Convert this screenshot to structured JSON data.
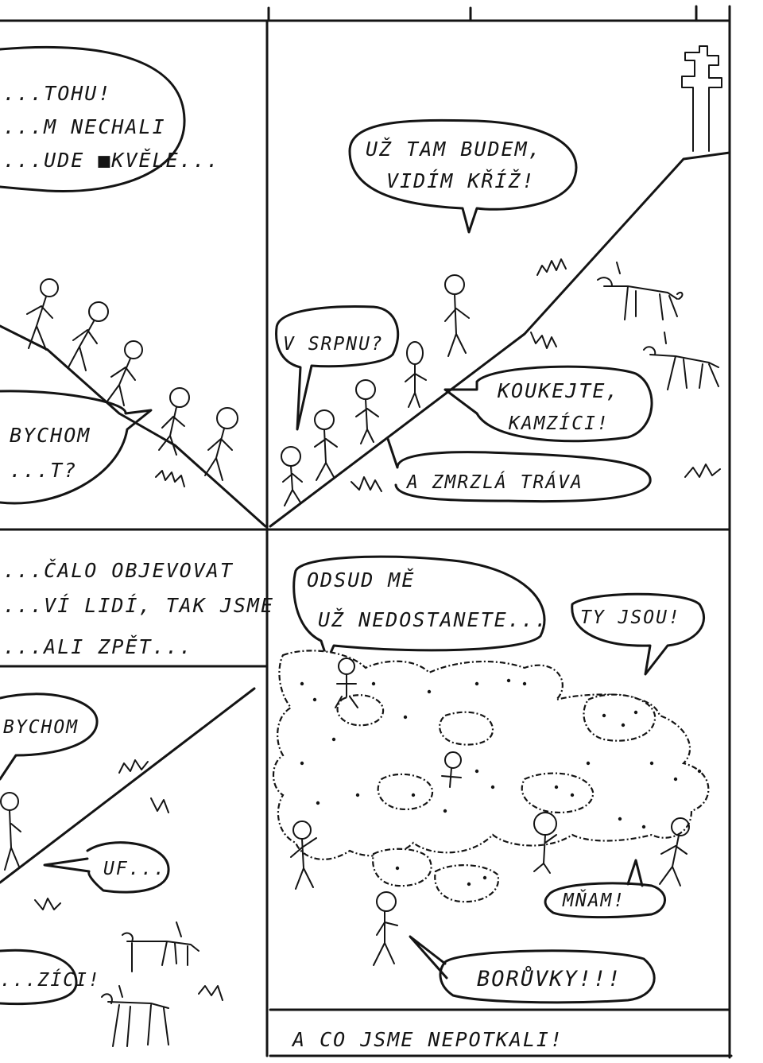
{
  "panels": {
    "top_left": {
      "bubble_lines": [
        "...TOHU!",
        "...M NECHALI",
        "...UDE ■KVĚLE..."
      ],
      "bubble2_lines": [
        "BYCHOM",
        "...T?"
      ]
    },
    "top_right": {
      "bubble_top": [
        "UŽ TAM BUDEM,",
        "VIDÍM KŘÍŽ!"
      ],
      "bubble_left": "V SRPNU?",
      "bubble_mid": [
        "KOUKEJTE,",
        "KAMZÍCI!"
      ],
      "bubble_low": "A ZMRZLÁ TRÁVA"
    },
    "mid_left": {
      "caption_lines": [
        "...ČALO OBJEVOVAT",
        "...VÍ LIDÍ, TAK JSME",
        "...ALI ZPĚT..."
      ],
      "bubble_top": "BYCHOM",
      "bubble_uf": "UF...",
      "bubble_bottom": "...ZÍCI!"
    },
    "bottom_right": {
      "bubble_top": [
        "ODSUD MĚ",
        "UŽ NEDOSTANETE..."
      ],
      "bubble_ty": "TY JSOU!",
      "bubble_mnam": "MŇAM!",
      "bubble_boruvky": "BORŮVKY!!!",
      "caption": "A CO JSME NEPOTKALI!"
    }
  },
  "colors": {
    "ink": "#141414",
    "paper": "#ffffff"
  }
}
